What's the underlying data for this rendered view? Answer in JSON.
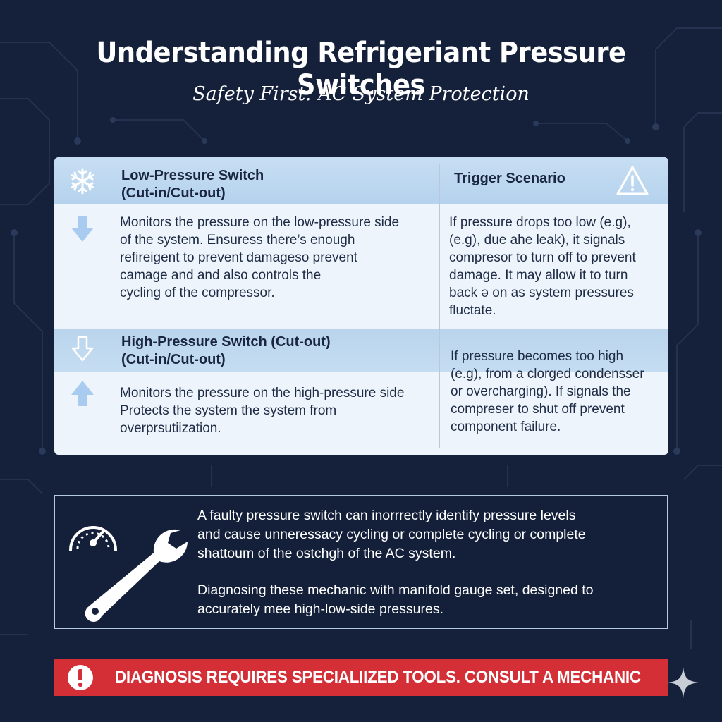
{
  "header": {
    "title": "Understanding Refrigeriant Pressure Switches",
    "subtitle": "Safety First: AC System Protection"
  },
  "table": {
    "low": {
      "header_line1": "Low-Pressure Switch",
      "header_line2": "(Cut-in/Cut-out)",
      "description": [
        "Monitors the pressure on the low-pressure side",
        "of the   system. Ensuress there’s enough",
        "refireigent to prevent damageso prevent",
        "camage and and also controls the",
        "cycling of the compressor."
      ],
      "scenario": [
        "If pressure drops too low (e.g),",
        "(e.g), due ahe leak), it signals",
        "compresor to turn off to prevent",
        "damage. It may allow it to turn",
        "back ə on as system pressures",
        "fluctate."
      ]
    },
    "trigger_header": "Trigger Scenario",
    "high": {
      "header_line1": "High-Pressure Switch (Cut-out)",
      "header_line2": "(Cut-in/Cut-out)",
      "description": [
        "Monitors the pressure on the high-pressure side",
        "Protects the system the system from",
        "overprsutiization."
      ],
      "scenario": [
        "If pressure becomes too high",
        "(e.g), from a clorged condensser",
        "or overcharging). If signals the",
        "compreser to shut off prevent",
        "component failure."
      ]
    },
    "icons": {
      "low_header": "snowflake-icon",
      "trigger": "warning-triangle-icon",
      "low_row": "arrow-down-icon",
      "high_header": "arrow-down-outline-icon",
      "high_row": "arrow-up-icon"
    }
  },
  "info": {
    "paragraph1": [
      "A faulty pressure switch can inorrrectly identify pressure levels",
      "and cause unneressacy cycling or complete cycling or complete",
      "shattoum of the ostchgh of the AC system."
    ],
    "paragraph2": [
      "Diagnosing these mechanic with manifold gauge set, designed to",
      "accurately mee high-low-side pressures."
    ],
    "icons": [
      "gauge-icon",
      "wrench-icon"
    ]
  },
  "warning": {
    "text": "DIAGNOSIS REQUIRES SPECIALIIZED TOOLS. CONSULT A MECHANIC",
    "icon": "exclamation-circle-icon"
  },
  "colors": {
    "background": "#15203a",
    "accent_blue": "#a9cbef",
    "warning_red": "#d42f37"
  }
}
